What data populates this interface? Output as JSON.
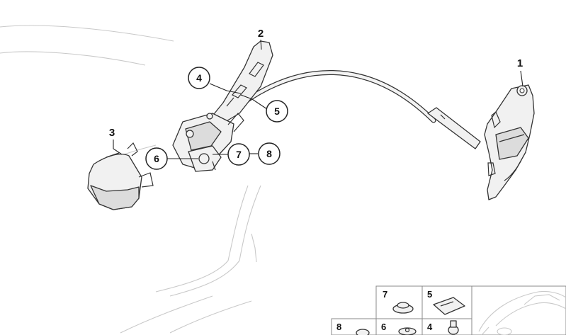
{
  "callouts": {
    "c1": "1",
    "c2": "2",
    "c3": "3",
    "c4": "4",
    "c5": "5",
    "c6": "6",
    "c7": "7",
    "c8": "8"
  },
  "legend": {
    "cell_7": "7",
    "cell_5": "5",
    "cell_8": "8",
    "cell_6": "6",
    "cell_4": "4"
  }
}
